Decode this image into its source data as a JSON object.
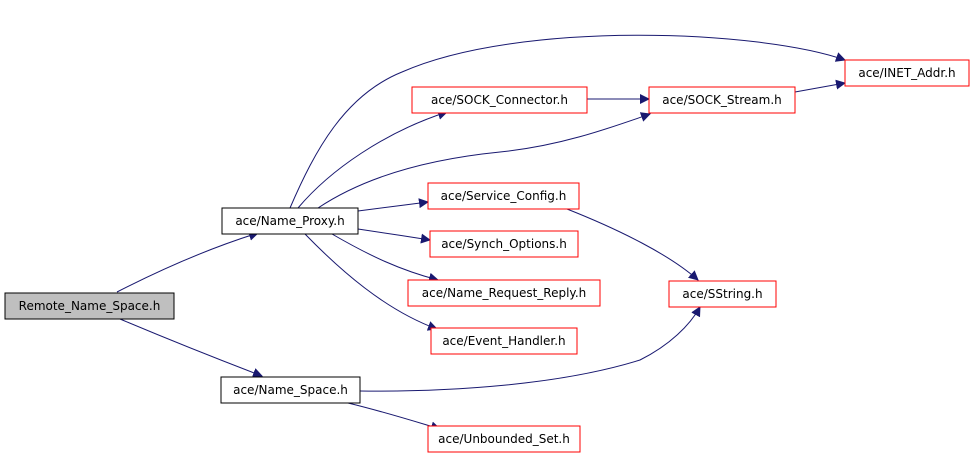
{
  "colors": {
    "root_fill": "#bfbfbf",
    "root_stroke": "#000000",
    "internal_stroke": "#000000",
    "external_stroke": "#ff0000",
    "node_fill": "#ffffff",
    "edge": "#191970"
  },
  "nodes": {
    "remote_name_space_h": "Remote_Name_Space.h",
    "name_proxy_h": "ace/Name_Proxy.h",
    "name_space_h": "ace/Name_Space.h",
    "sock_connector_h": "ace/SOCK_Connector.h",
    "sock_stream_h": "ace/SOCK_Stream.h",
    "inet_addr_h": "ace/INET_Addr.h",
    "service_config_h": "ace/Service_Config.h",
    "synch_options_h": "ace/Synch_Options.h",
    "name_request_reply_h": "ace/Name_Request_Reply.h",
    "event_handler_h": "ace/Event_Handler.h",
    "sstring_h": "ace/SString.h",
    "unbounded_set_h": "ace/Unbounded_Set.h"
  },
  "edges": [
    [
      "remote_name_space_h",
      "name_proxy_h"
    ],
    [
      "remote_name_space_h",
      "name_space_h"
    ],
    [
      "name_proxy_h",
      "inet_addr_h"
    ],
    [
      "name_proxy_h",
      "sock_connector_h"
    ],
    [
      "name_proxy_h",
      "sock_stream_h"
    ],
    [
      "name_proxy_h",
      "service_config_h"
    ],
    [
      "name_proxy_h",
      "synch_options_h"
    ],
    [
      "name_proxy_h",
      "name_request_reply_h"
    ],
    [
      "name_proxy_h",
      "event_handler_h"
    ],
    [
      "sock_connector_h",
      "sock_stream_h"
    ],
    [
      "sock_stream_h",
      "inet_addr_h"
    ],
    [
      "service_config_h",
      "sstring_h"
    ],
    [
      "name_space_h",
      "sstring_h"
    ],
    [
      "name_space_h",
      "unbounded_set_h"
    ]
  ]
}
